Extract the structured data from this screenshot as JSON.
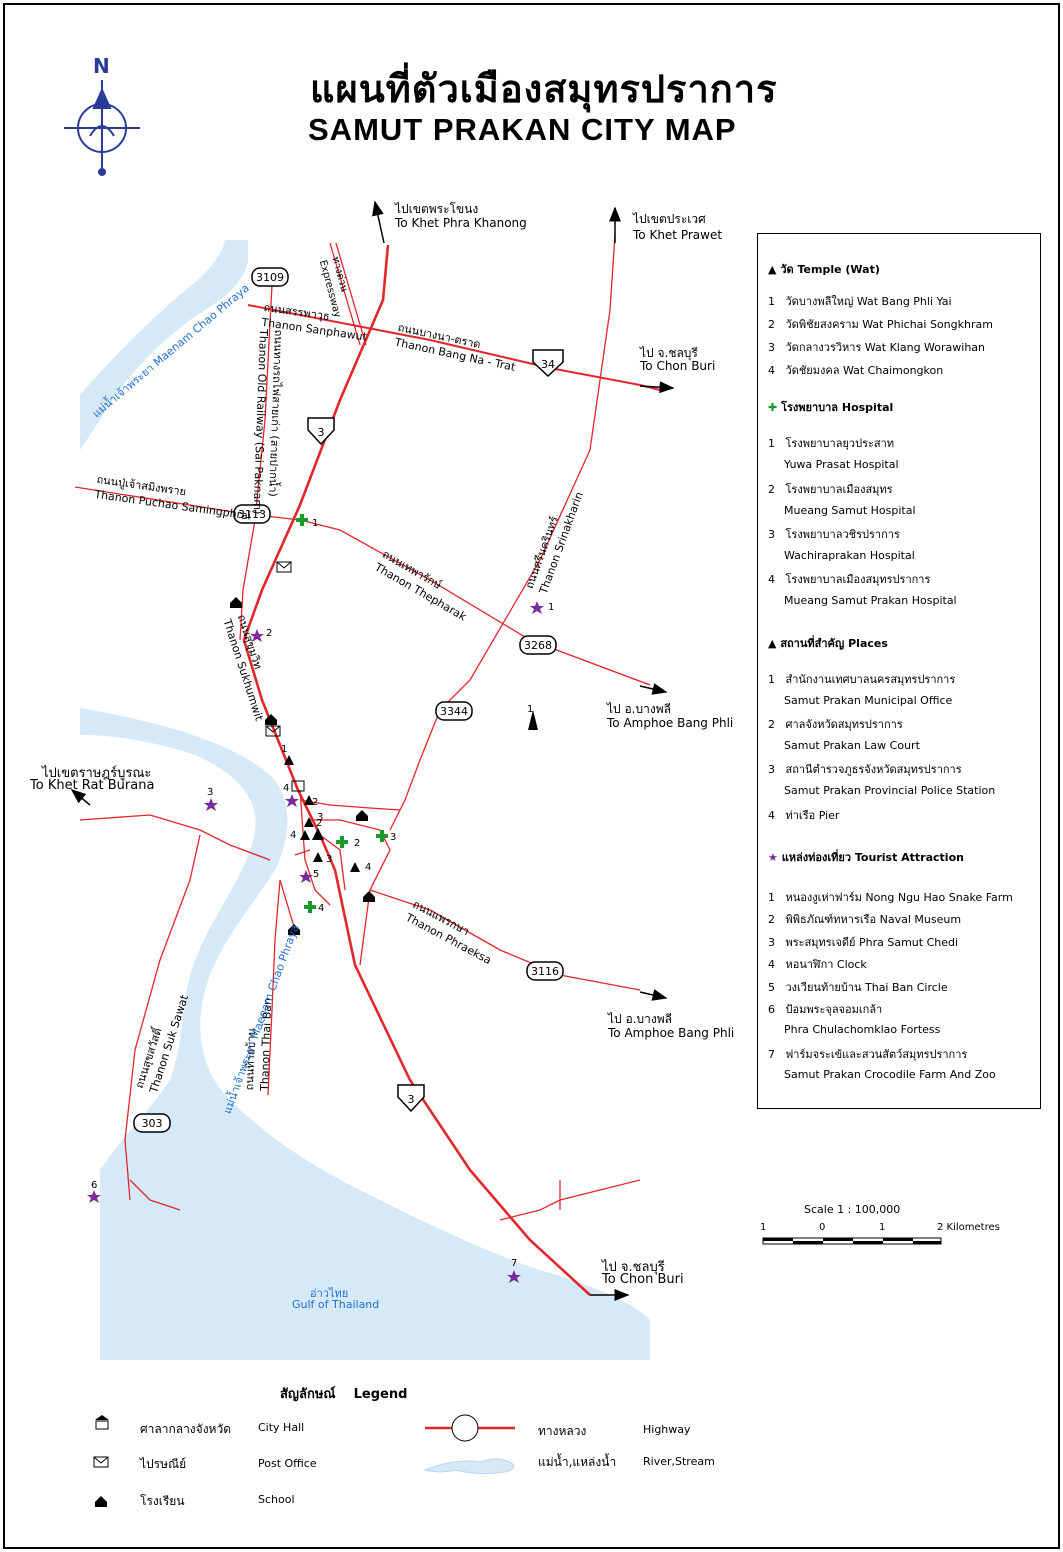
{
  "title": {
    "thai": "แผนที่ตัวเมืองสมุทรปราการ",
    "english": "SAMUT PRAKAN CITY MAP"
  },
  "compass": {
    "letter": "N"
  },
  "directions": [
    {
      "th": "ไปเขตพระโขนง",
      "en": "To Khet Phra Khanong"
    },
    {
      "th": "ไปเขตประเวศ",
      "en": "To Khet Prawet"
    },
    {
      "th": "ไป จ.ชลบุรี",
      "en": "To Chon Buri"
    },
    {
      "th": "ไป อ.บางพลี",
      "en": "To Amphoe Bang Phli"
    },
    {
      "th": "ไปเขตราษฎร์บูรณะ",
      "en": "To Khet Rat Burana"
    },
    {
      "th": "ไป อ.บางพลี",
      "en": "To Amphoe Bang Phli"
    },
    {
      "th": "ไป จ.ชลบุรี",
      "en": "To Chon Buri"
    }
  ],
  "roads": [
    {
      "th": "ถนนสรรพาวุธ",
      "en": "Thanon Sanphawut"
    },
    {
      "th": "ถนนบางนา-ตราด",
      "en": "Thanon Bang Na - Trat"
    },
    {
      "th": "ถนนปู่เจ้าสมิงพราย",
      "en": "Thanon Puchao Samingphrai"
    },
    {
      "th": "ถนนเทพารักษ์",
      "en": "Thanon Thepharak"
    },
    {
      "th": "ถนนศรีนครินทร์",
      "en": "Thanon Srinakharin"
    },
    {
      "th": "ถนนสุขุมวิท",
      "en": "Thanon Sukhumwit"
    },
    {
      "th": "ถนนทางรถไฟสายเก่า (สายปากน้ำ)",
      "en": "Thanon Old Railway (Sai Paknam)"
    },
    {
      "th": "ทางด่วน",
      "en": "Expressway"
    },
    {
      "th": "ถนนแพรกษา",
      "en": "Thanon Phraeksa"
    },
    {
      "th": "ถนนท้ายบ้าน",
      "en": "Thanon Thai Ban"
    },
    {
      "th": "ถนนสุขสวัสดิ์",
      "en": "Thanon Suk Sawat"
    }
  ],
  "route_shields": [
    "3109",
    "34",
    "3",
    "3113",
    "3268",
    "3344",
    "3116",
    "3",
    "303"
  ],
  "water": {
    "river_th": "แม่น้ำเจ้าพระยา",
    "river_en": "Maenam Chao Phraya",
    "river2": "แม่น้ำเจ้าพระยา Maenam Chao Phraya",
    "gulf_th": "อ่าวไทย",
    "gulf_en": "Gulf of Thailand"
  },
  "map_labels": {
    "temple_nums": [
      "1",
      "2",
      "3",
      "4"
    ],
    "hospital_nums": [
      "1",
      "2",
      "3",
      "4"
    ],
    "place_nums": [
      "1",
      "2",
      "3",
      "4"
    ],
    "attraction_nums": [
      "1",
      "2",
      "3",
      "4",
      "5",
      "6",
      "7"
    ]
  },
  "legend": {
    "temple_head_th": "วัด",
    "temple_head_en": "Temple (Wat)",
    "temples": [
      {
        "n": "1",
        "text": "วัดบางพลีใหญ่ Wat Bang Phli Yai"
      },
      {
        "n": "2",
        "text": "วัดพิชัยสงคราม  Wat Phichai Songkhram"
      },
      {
        "n": "3",
        "text": "วัดกลางวรวิหาร  Wat Klang Worawihan"
      },
      {
        "n": "4",
        "text": "วัดชัยมงคล  Wat Chaimongkon"
      }
    ],
    "hospital_head_th": "โรงพยาบาล",
    "hospital_head_en": "Hospital",
    "hospitals": [
      {
        "n": "1",
        "th": "โรงพยาบาลยุวประสาท",
        "en": "Yuwa Prasat Hospital"
      },
      {
        "n": "2",
        "th": "โรงพยาบาลเมืองสมุทร",
        "en": "Mueang Samut Hospital"
      },
      {
        "n": "3",
        "th": "โรงพยาบาลวชิรปราการ",
        "en": "Wachiraprakan Hospital"
      },
      {
        "n": "4",
        "th": "โรงพยาบาลเมืองสมุทรปราการ",
        "en": "Mueang Samut Prakan Hospital"
      }
    ],
    "places_head_th": "สถานที่สำคัญ",
    "places_head_en": "Places",
    "places": [
      {
        "n": "1",
        "th": "สำนักงานเทศบาลนครสมุทรปราการ",
        "en": "Samut Prakan Municipal Office"
      },
      {
        "n": "2",
        "th": "ศาลจังหวัดสมุทรปราการ",
        "en": "Samut Prakan Law Court"
      },
      {
        "n": "3",
        "th": "สถานีตำรวจภูธรจังหวัดสมุทรปราการ",
        "en": "Samut Prakan Provincial Police Station"
      },
      {
        "n": "4",
        "th": "ท่าเรือ  Pier",
        "en": ""
      }
    ],
    "attraction_head_th": "แหล่งท่องเที่ยว",
    "attraction_head_en": "Tourist Attraction",
    "attractions": [
      {
        "n": "1",
        "th": "หนองงูเห่าฟาร์ม Nong Ngu Hao Snake Farm",
        "en": ""
      },
      {
        "n": "2",
        "th": "พิพิธภัณฑ์ทหารเรือ  Naval Museum",
        "en": ""
      },
      {
        "n": "3",
        "th": "พระสมุทรเจดีย์  Phra Samut Chedi",
        "en": ""
      },
      {
        "n": "4",
        "th": "หอนาฬิกา  Clock",
        "en": ""
      },
      {
        "n": "5",
        "th": "วงเวียนท้ายบ้าน  Thai Ban Circle",
        "en": ""
      },
      {
        "n": "6",
        "th": "ป้อมพระจุลจอมเกล้า",
        "en": "Phra Chulachomklao Fortess"
      },
      {
        "n": "7",
        "th": "ฟาร์มจระเข้และสวนสัตว์สมุทรปราการ",
        "en": "Samut Prakan Crocodile Farm And Zoo"
      }
    ]
  },
  "scale": {
    "label": "Scale 1 : 100,000",
    "ticks": [
      "1",
      "0",
      "1",
      "2 Kilometres"
    ]
  },
  "bottom_legend": {
    "head_th": "สัญลักษณ์",
    "head_en": "Legend",
    "items": [
      {
        "th": "ศาลากลางจังหวัด",
        "en": "City Hall"
      },
      {
        "th": "ไปรษณีย์",
        "en": "Post Office"
      },
      {
        "th": "โรงเรียน",
        "en": "School"
      },
      {
        "th": "ทางหลวง",
        "en": "Highway"
      },
      {
        "th": "แม่น้ำ,แหล่งน้ำ",
        "en": "River,Stream"
      }
    ]
  },
  "colors": {
    "road": "#e3262b",
    "water": "#d6e9f8",
    "water_text": "#1e6fd8",
    "hospital": "#1a9a2a",
    "attraction": "#7a2a9a",
    "compass": "#2b3b9a"
  }
}
